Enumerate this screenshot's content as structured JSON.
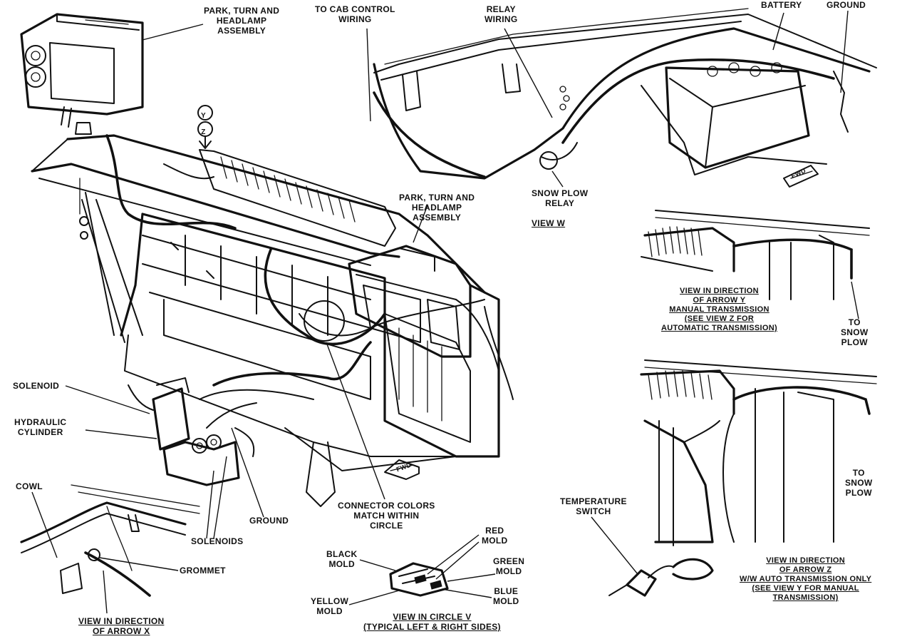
{
  "labels": {
    "park_turn_headlamp_top": [
      "PARK, TURN AND",
      "HEADLAMP",
      "ASSEMBLY"
    ],
    "to_cab_control": [
      "TO CAB CONTROL",
      "WIRING"
    ],
    "relay_wiring": [
      "RELAY",
      "WIRING"
    ],
    "battery": "BATTERY",
    "ground_top": "GROUND",
    "arrow_yz": [
      "Y",
      "Z"
    ],
    "park_turn_headlamp_mid": [
      "PARK, TURN AND",
      "HEADLAMP",
      "ASSEMBLY"
    ],
    "snow_plow_relay": [
      "SNOW PLOW",
      "RELAY"
    ],
    "view_w": "VIEW W",
    "view_y": [
      "VIEW IN DIRECTION",
      "OF ARROW Y",
      "MANUAL TRANSMISSION",
      "(SEE VIEW Z FOR",
      "AUTOMATIC TRANSMISSION)"
    ],
    "to_snow_plow_y": [
      "TO",
      "SNOW",
      "PLOW"
    ],
    "solenoid": "SOLENOID",
    "hydraulic_cylinder": [
      "HYDRAULIC",
      "CYLINDER"
    ],
    "cowl": "COWL",
    "ground_mid": "GROUND",
    "solenoids": "SOLENOIDS",
    "grommet": "GROMMET",
    "view_x": [
      "VIEW IN DIRECTION",
      "OF ARROW X"
    ],
    "connector_colors": [
      "CONNECTOR COLORS",
      "MATCH WITHIN",
      "CIRCLE"
    ],
    "red_mold": [
      "RED",
      "MOLD"
    ],
    "black_mold": [
      "BLACK",
      "MOLD"
    ],
    "green_mold": [
      "GREEN",
      "MOLD"
    ],
    "yellow_mold": [
      "YELLOW",
      "MOLD"
    ],
    "blue_mold": [
      "BLUE",
      "MOLD"
    ],
    "view_v": [
      "VIEW IN CIRCLE V",
      "(TYPICAL LEFT & RIGHT SIDES)"
    ],
    "temperature_switch": [
      "TEMPERATURE",
      "SWITCH"
    ],
    "to_snow_plow_z": [
      "TO",
      "SNOW",
      "PLOW"
    ],
    "view_z": [
      "VIEW IN DIRECTION",
      "OF ARROW Z",
      "W/W AUTO TRANSMISSION ONLY",
      "(SEE VIEW Y FOR MANUAL",
      "TRANSMISSION)"
    ],
    "fwd_top": "FWD",
    "fwd_mid": "FWD"
  },
  "colors": {
    "ink": "#111111",
    "paper": "#ffffff"
  }
}
